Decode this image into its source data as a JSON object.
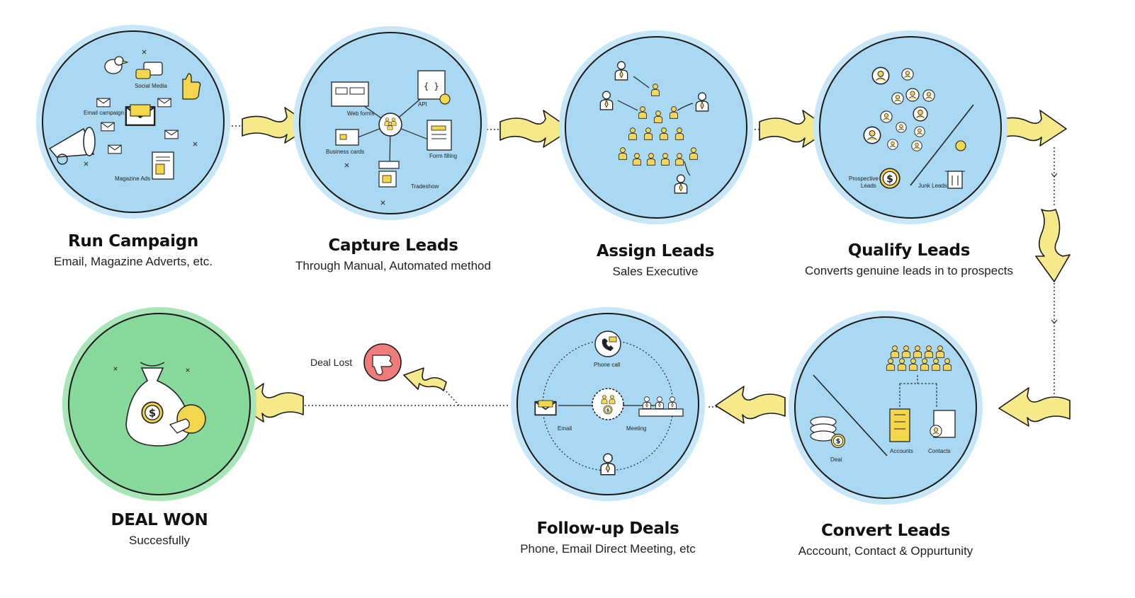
{
  "stages": [
    {
      "id": "run-campaign",
      "title": "Run Campaign",
      "subtitle": "Email, Magazine Adverts, etc.",
      "items": [
        "Social Media",
        "Email campaign",
        "Magazine Ads"
      ]
    },
    {
      "id": "capture-leads",
      "title": "Capture Leads",
      "subtitle": "Through Manual, Automated method",
      "items": [
        "Web forms",
        "API",
        "Business cards",
        "Form filling",
        "Tradeshow"
      ]
    },
    {
      "id": "assign-leads",
      "title": "Assign Leads",
      "subtitle": "Sales Executive",
      "items": []
    },
    {
      "id": "qualify-leads",
      "title": "Qualify Leads",
      "subtitle": "Converts genuine leads in to prospects",
      "items": [
        "Prospective",
        "Leads",
        "Junk Leads"
      ]
    },
    {
      "id": "convert-leads",
      "title": "Convert Leads",
      "subtitle": "Acccount, Contact & Oppurtunity",
      "items": [
        "Deal",
        "Accounts",
        "Contacts"
      ]
    },
    {
      "id": "follow-up-deals",
      "title": "Follow-up Deals",
      "subtitle": "Phone, Email Direct Meeting, etc",
      "items": [
        "Phone call",
        "Email",
        "Meeting"
      ]
    },
    {
      "id": "deal-won",
      "title": "DEAL WON",
      "subtitle": "Succesfully",
      "items": []
    }
  ],
  "deal_lost": {
    "label": "Deal Lost"
  },
  "colors": {
    "circle_fill": "#a8d8f2",
    "circle_ring": "#c7e7f8",
    "circle_stroke": "#1a1a1a",
    "won_fill": "#86d99b",
    "won_ring": "#a9e6b7",
    "arrow_fill": "#f5e98a",
    "icon_accent": "#f2d64b",
    "lost_fill": "#ef7b7b"
  }
}
